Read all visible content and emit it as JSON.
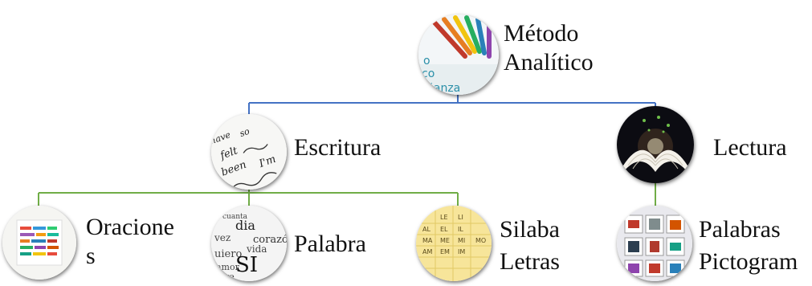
{
  "colors": {
    "blue_connector": "#4472c4",
    "green_connector": "#70ad47",
    "text": "#111111"
  },
  "root": {
    "label": "Método\nAnalítico",
    "icon": "colored-pencils-image",
    "image_text": [
      "o",
      "co",
      "ñanza"
    ]
  },
  "branches": [
    {
      "label": "Escritura",
      "icon": "handwriting-image",
      "image_text": [
        "have",
        "so",
        "felt",
        "been",
        "I'm"
      ],
      "children": [
        {
          "label": "Oracione\ns",
          "icon": "sentence-strips-image"
        },
        {
          "label": "Palabra",
          "icon": "word-cloud-image",
          "image_text": [
            "dia",
            "cuanta",
            "amor",
            "corazón",
            "vida",
            "SI",
            "pre",
            "vez",
            "uiero"
          ]
        },
        {
          "label": "Silaba\nLetras",
          "icon": "syllable-chart-image",
          "image_text": [
            "LE",
            "LI",
            "AL",
            "EL",
            "IL",
            "MA",
            "ME",
            "MI",
            "MO",
            "AM",
            "EM",
            "IM"
          ]
        }
      ]
    },
    {
      "label": "Lectura",
      "icon": "open-book-image",
      "children": [
        {
          "label": "Palabras\nPictogram",
          "icon": "pictogram-cards-image"
        }
      ]
    }
  ]
}
